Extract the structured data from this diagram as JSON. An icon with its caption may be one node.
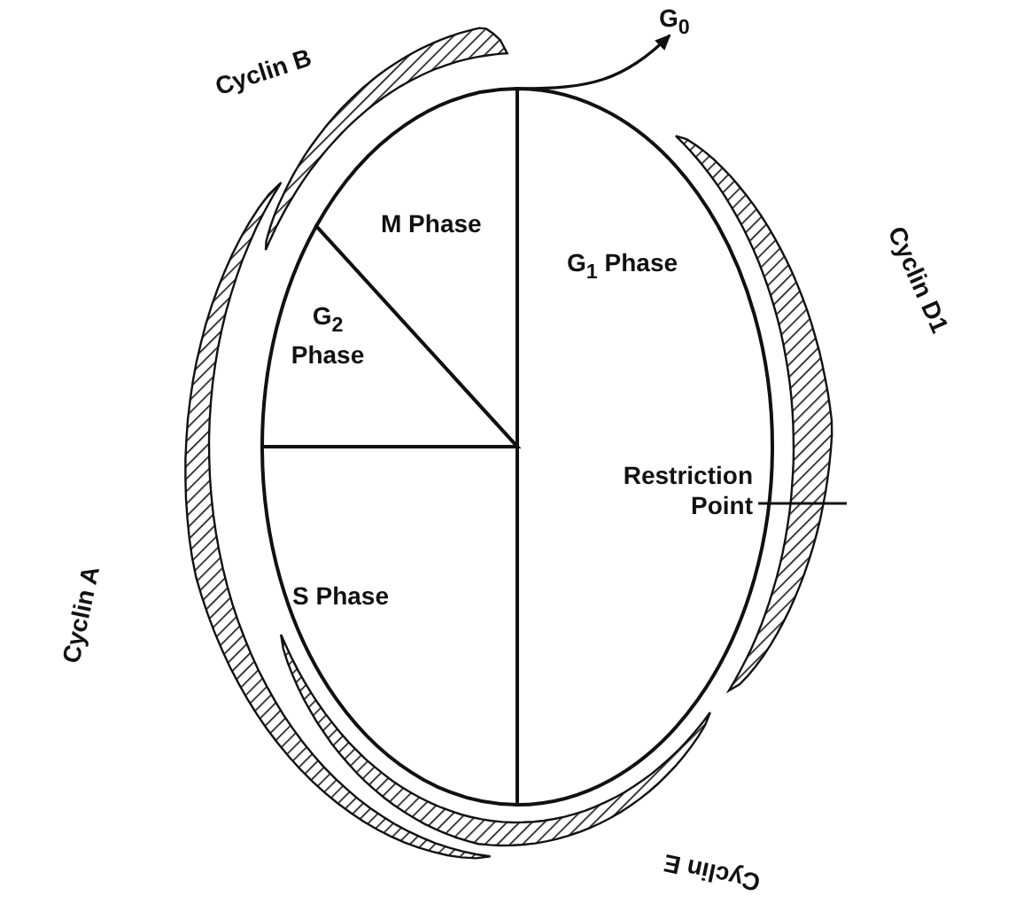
{
  "diagram": {
    "nodes": [
      {
        "text": [
          "Cyclin B"
        ]
      },
      {
        "text": [
          "M Phase"
        ]
      },
      {
        "text": [
          "G$_{0}$"
        ]
      },
      {
        "text": [
          "G$_{1}$ Phase"
        ]
      },
      {
        "text": [
          "Cyclin D1"
        ]
      },
      {
        "text": [
          "G$_{2}$ Phase"
        ]
      },
      {
        "text": [
          "S Phase"
        ]
      },
      {
        "text": [
          "Cyclin A"
        ]
      },
      {
        "text": [
          "Cyclin E"
        ]
      }
    ],
    "edges": [
      {
        "from": 3,
        "to": 2,
        "arrow": "to"
      }
    ],
    "labels": [
      "Restriction Point"
    ]
  }
}
